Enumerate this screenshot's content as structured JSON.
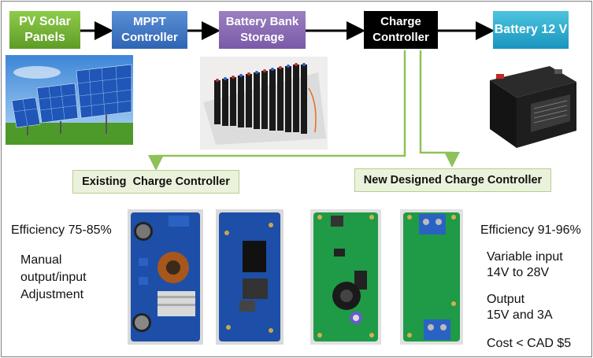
{
  "flow": {
    "pv": "PV Solar Panels",
    "mppt": "MPPT Controller",
    "battery_bank": "Battery Bank Storage",
    "charge_controller": "Charge Controller",
    "battery": "Battery 12 V"
  },
  "labels": {
    "existing": "Existing  Charge Controller",
    "new": "New Designed Charge Controller"
  },
  "existing_specs": {
    "efficiency": "Efficiency 75-85%",
    "manual_1": "Manual",
    "manual_2": "output/input",
    "manual_3": "Adjustment"
  },
  "new_specs": {
    "efficiency": "Efficiency 91-96%",
    "input_1": "Variable input",
    "input_2": "14V to 28V",
    "output_1": "Output",
    "output_2": "15V and 3A",
    "cost": "Cost < CAD $5"
  },
  "colors": {
    "green_box": "#6fb030",
    "blue_box": "#3f74c4",
    "purple_box": "#8566b2",
    "black_box": "#000000",
    "cyan_box": "#23a7cf",
    "connector": "#8fc15a",
    "label_fill": "#ebf2dc"
  }
}
